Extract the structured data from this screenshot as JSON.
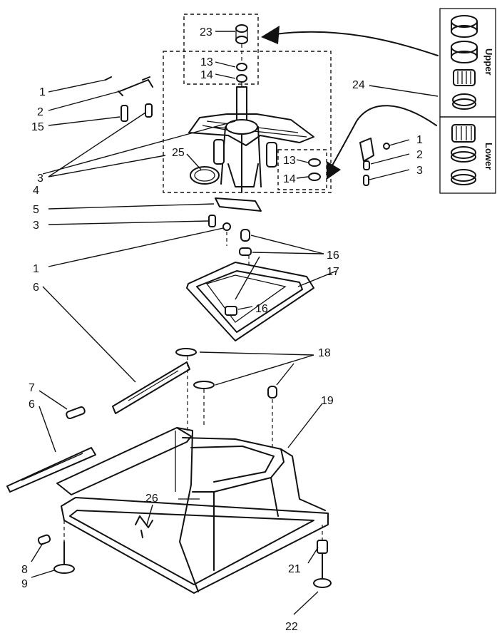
{
  "callouts": {
    "c1a": "1",
    "c2a": "2",
    "c15": "15",
    "c3a": "3",
    "c4": "4",
    "c23": "23",
    "c13a": "13",
    "c14a": "14",
    "c25": "25",
    "c13b": "13",
    "c14b": "14",
    "c24": "24",
    "c1b": "1",
    "c2b": "2",
    "c3b": "3",
    "c5": "5",
    "c3c": "3",
    "c1c": "1",
    "c16a": "16",
    "c16b": "16",
    "c17": "17",
    "c6a": "6",
    "c18": "18",
    "c7": "7",
    "c6b": "6",
    "c19": "19",
    "c26": "26",
    "c8": "8",
    "c9": "9",
    "c21": "21",
    "c22": "22"
  },
  "kit": {
    "upper_label": "Upper",
    "lower_label": "Lower"
  },
  "colors": {
    "ink": "#111111",
    "paper": "#ffffff"
  }
}
